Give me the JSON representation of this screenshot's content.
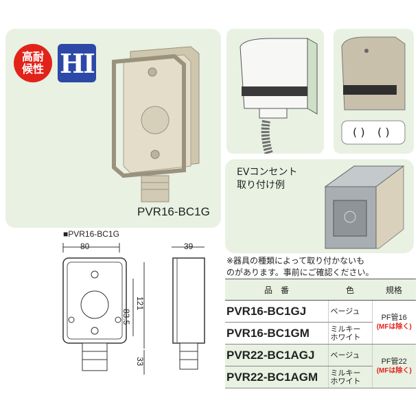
{
  "badges": {
    "weather": "高耐\n候性",
    "hi": "HI"
  },
  "main_caption": "PVR16-BC1G",
  "ev_label": "EVコンセント\n取り付け例",
  "drawing": {
    "label": "■PVR16-BC1G",
    "dim_width": "80",
    "dim_depth": "39",
    "dim_pitch": "83.5",
    "dim_height": "121",
    "dim_bottom": "33"
  },
  "note": "※器具の種類によって取り付かないも\nのがあります。事前にご確認ください。",
  "table": {
    "headers": [
      "品　番",
      "色",
      "規格"
    ],
    "rows": [
      {
        "part": "PVR16-BC1GJ",
        "color": "ベージュ"
      },
      {
        "part": "PVR16-BC1GM",
        "color": "ミルキー\nホワイト"
      },
      {
        "part": "PVR22-BC1AGJ",
        "color": "ベージュ"
      },
      {
        "part": "PVR22-BC1AGM",
        "color": "ミルキー\nホワイト"
      }
    ],
    "spec_groups": [
      {
        "std": "PF管16",
        "mf": "(MFは除く)"
      },
      {
        "std": "PF管22",
        "mf": "(MFは除く)"
      }
    ]
  },
  "colors": {
    "panel_green": "#e8f1e2",
    "badge_red": "#e2231a",
    "badge_blue": "#2c49a8",
    "box_beige": "#ddd6c2"
  }
}
